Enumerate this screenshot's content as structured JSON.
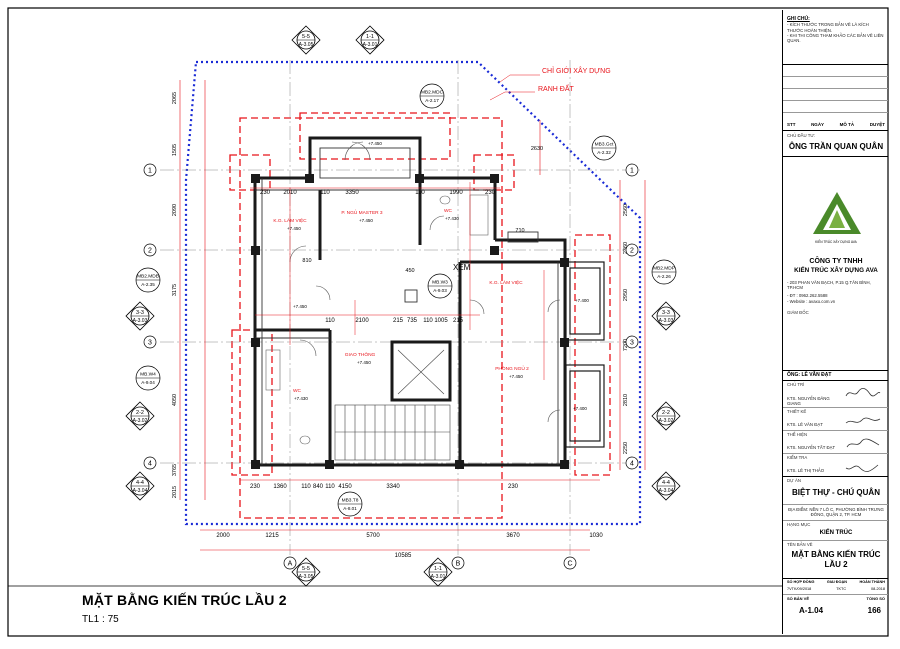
{
  "drawing": {
    "title": "MẶT BẰNG KIẾN TRÚC LẦU 2",
    "scale": "TL1 : 75",
    "annotations": {
      "boundary_build": "CHỈ GIỚI XÂY DỰNG",
      "boundary_land": "RANH ĐẤT",
      "xem": "XEM"
    },
    "grid_rows": [
      "1",
      "2",
      "3",
      "4"
    ],
    "grid_cols": [
      "A",
      "B",
      "C"
    ],
    "section_marks": [
      {
        "num": "5-5",
        "ref": "A-3.05"
      },
      {
        "num": "1-1",
        "ref": "A-3.01"
      },
      {
        "num": "3-3",
        "ref": "A-3.03"
      },
      {
        "num": "3-3",
        "ref": "A-3.03"
      },
      {
        "num": "2-2",
        "ref": "A-3.02"
      },
      {
        "num": "2-2",
        "ref": "A-3.02"
      },
      {
        "num": "4-4",
        "ref": "A-3.04"
      },
      {
        "num": "4-4",
        "ref": "A-3.04"
      },
      {
        "num": "5-5",
        "ref": "A-3.05"
      },
      {
        "num": "1-1",
        "ref": "A-3.01"
      }
    ],
    "detail_tags": [
      {
        "num": "MB2.MDC",
        "ref": "A-2.17"
      },
      {
        "num": "MB3.Gct",
        "ref": "A-2.32"
      },
      {
        "num": "MB2.MDB",
        "ref": "A-2.35"
      },
      {
        "num": "MB2.MDP",
        "ref": "A-2.26"
      },
      {
        "num": "MB.W3",
        "ref": "A-9.03"
      },
      {
        "num": "MB.W4",
        "ref": "A-9.04"
      },
      {
        "num": "MB3.T8",
        "ref": "A-8.01"
      }
    ],
    "rooms": [
      {
        "name": "P. NGỦ MASTER 3",
        "level": "+7.450"
      },
      {
        "name": "WC",
        "level": "+7.430"
      },
      {
        "name": "K.G. LÀM VIỆC",
        "level": "+7.450"
      },
      {
        "name": "GIAO THÔNG",
        "level": "+7.450"
      },
      {
        "name": "PHÒNG NGỦ 2",
        "level": "+7.450"
      },
      {
        "name": "WC",
        "level": "+7.430"
      },
      {
        "name": "K.G. LÀM VIỆC",
        "level": ""
      }
    ],
    "levels_extra": [
      "+7.450",
      "+7.400",
      "+7.400",
      "+7.450"
    ],
    "dims_top_row": [
      "230",
      "2010",
      "110",
      "3350",
      "110",
      "1990",
      "230"
    ],
    "dims_mid_row": [
      "110",
      "2100",
      "215",
      "735",
      "110",
      "1005",
      "215"
    ],
    "dims_bottom_row1": [
      "230",
      "1360",
      "110",
      "840",
      "110",
      "4150",
      "3340",
      "230"
    ],
    "dims_bottom_row2": [
      "2000",
      "1215",
      "5700",
      "3670",
      "1030"
    ],
    "dims_total": "10585",
    "dims_left": [
      "2065",
      "1505",
      "2090",
      "3175",
      "4050",
      "3765",
      "2015"
    ],
    "dims_right": [
      "2560",
      "2360",
      "2950",
      "7200",
      "2810",
      "2250"
    ],
    "dims_small": [
      "810",
      "450",
      "2630",
      "710"
    ]
  },
  "titleblock": {
    "notes_title": "GHI CHÚ:",
    "notes": [
      "- KÍCH THƯỚC TRONG BẢN VẼ LÀ KÍCH THƯỚC HOÀN THIỆN.",
      "- KHI THI CÔNG THAM KHẢO CÁC BẢN VẼ LIÊN QUAN."
    ],
    "rev_headers": [
      "STT",
      "NGÀY",
      "MÔ TẢ",
      "DUYỆT"
    ],
    "owner_label": "CHỦ ĐẦU TƯ:",
    "owner": "ÔNG TRẦN QUAN QUÂN",
    "logo_caption": "KIẾN TRÚC XÂY DỰNG AVA",
    "company_line1": "CÔNG TY TNHH",
    "company_line2": "KIẾN TRÚC XÂY DỰNG AVA",
    "address": "- 203 PHAN VĂN BẠCH, P.15 Q.TÂN BÌNH, TP.HCM",
    "phone": "- ĐT : 0962.262.5588",
    "website": "- Website : avaxo.com.vn",
    "director_label": "GIÁM ĐỐC",
    "director": "ÔNG: LÊ VĂN ĐẠT",
    "chutri_label": "CHỦ TRÌ",
    "chutri": "KTS. NGUYỄN ĐĂNG GIANG",
    "thietke_label": "THIẾT KẾ",
    "thietke": "KTS. LÊ VĂN ĐẠT",
    "thehien_label": "THỂ HIỆN",
    "thehien": "KTS. NGUYỄN TẤT ĐẠT",
    "kiemtra_label": "KIỂM TRA",
    "kiemtra": "KTS. LÊ THỊ THẢO",
    "project_label": "DỰ ÁN",
    "project": "BIỆT THỰ - CHÚ QUÂN",
    "location": "ĐỊA ĐIỂM: NỀN 7 LÔ C, PHƯỜNG BÌNH TRƯNG ĐÔNG, QUẬN 2, TP. HCM",
    "category_label": "HẠNG MỤC",
    "category": "KIẾN TRÚC",
    "drawing_label": "TÊN BẢN VẼ",
    "drawing_name": "MẶT BẰNG KIẾN TRÚC LẦU 2",
    "contract_label": "SỐ HỢP ĐỒNG",
    "contract": "7VTK/09/2018",
    "phase_label": "GIAI ĐOẠN",
    "phase": "TKTC",
    "done_label": "HOÀN THÀNH",
    "done": "08-2018",
    "sheet_label": "SỐ BẢN VẼ",
    "sheet": "A-1.04",
    "total_label": "TỔNG SỐ",
    "total": "166"
  },
  "colors": {
    "red": "#e8141b",
    "blue": "#1a2bd6",
    "wall": "#1a1a1a",
    "logo": "#4a8a2a"
  }
}
